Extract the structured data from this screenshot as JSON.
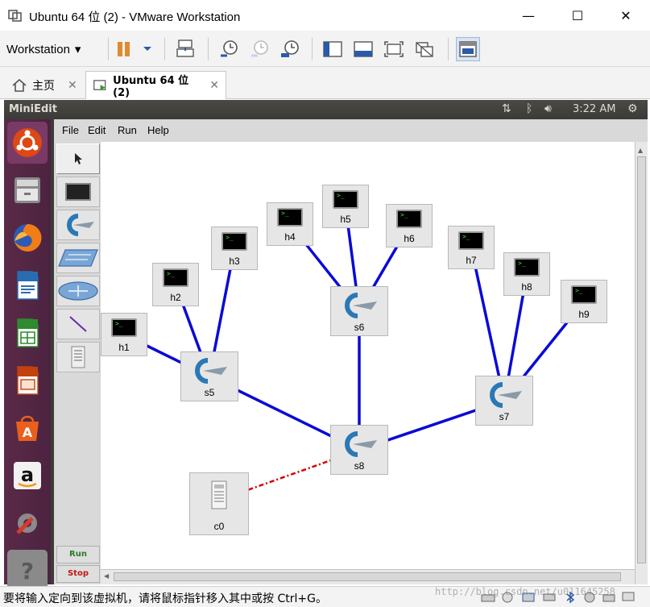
{
  "window": {
    "title": "Ubuntu 64 位 (2) - VMware Workstation",
    "minimize": "—",
    "maximize": "☐",
    "close": "✕"
  },
  "menubar": {
    "workstation_label": "Workstation",
    "dropdown_glyph": "▾"
  },
  "tabs": [
    {
      "label": "主页",
      "icon": "home-icon",
      "close": "✕"
    },
    {
      "label": "Ubuntu 64 位 (2)",
      "icon": "vm-icon",
      "close": "✕"
    }
  ],
  "guest": {
    "window_title": "MiniEdit",
    "clock": "3:22 AM"
  },
  "miniedit": {
    "menu": [
      "File",
      "Edit",
      "Run",
      "Help"
    ],
    "run_label": "Run",
    "stop_label": "Stop",
    "nodes": {
      "h1": "h1",
      "h2": "h2",
      "h3": "h3",
      "h4": "h4",
      "h5": "h5",
      "h6": "h6",
      "h7": "h7",
      "h8": "h8",
      "h9": "h9",
      "s5": "s5",
      "s6": "s6",
      "s7": "s7",
      "s8": "s8",
      "c0": "c0"
    },
    "colors": {
      "link": "#0a0ad6",
      "controller_link": "#d40000"
    }
  },
  "statusbar": {
    "message": "要将输入定向到该虚拟机，请将鼠标指针移入其中或按 Ctrl+G。",
    "watermark": "http://blog.csdn.net/u011645258"
  }
}
